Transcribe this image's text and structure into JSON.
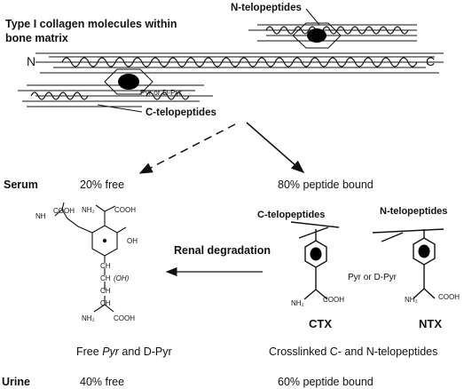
{
  "header": {
    "title_line1": "Type I collagen molecules within",
    "title_line2": "bone matrix",
    "n_terminus": "N",
    "c_terminus": "C",
    "n_telopeptides": "N-telopeptides",
    "c_telopeptides": "C-telopeptides",
    "crosslink_label": "Pyr or D-Pyr"
  },
  "serum": {
    "label": "Serum",
    "free": "20% free",
    "bound": "80% peptide bound"
  },
  "middle": {
    "renal": "Renal degradation",
    "c_telopeptides": "C-telopeptides",
    "n_telopeptides": "N-telopeptides",
    "pyr_label": "Pyr  or D-Pyr",
    "ctx": "CTX",
    "ntx": "NTX",
    "free_pyr_caption_prefix": "Free ",
    "free_pyr_caption_italic": "Pyr",
    "free_pyr_caption_suffix": " and D-Pyr",
    "crosslinked_caption": "Crosslinked C- and N-telopeptides"
  },
  "chem": {
    "nh_left": "NH",
    "cooh_left": "COOH",
    "nh2_top": "NH₂",
    "cooh_top": "COOH",
    "oh": "OH",
    "ch2_a": "CH",
    "ch_oh": "CH",
    "oh_italic": "(OH)",
    "ch2_b": "CH",
    "ch2_c": "CH",
    "nh2_bottom": "NH₂",
    "cooh_bottom": "COOH",
    "ctx_nh2": "NH₂",
    "ctx_cooh": "COOH",
    "ntx_nh2": "NH₂",
    "ntx_cooh": "COOH"
  },
  "urine": {
    "label": "Urine",
    "free": "40% free",
    "bound": "60% peptide bound"
  }
}
